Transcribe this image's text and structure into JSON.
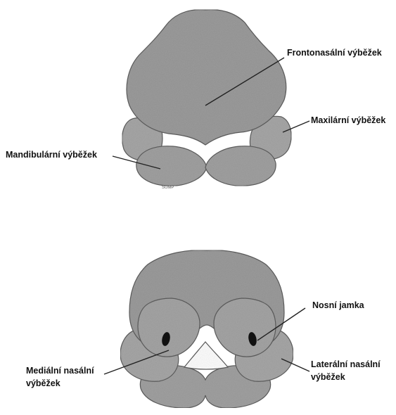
{
  "upper_diagram": {
    "labels": {
      "frontonasal": "Frontonasální výběžek",
      "maxillary": "Maxilární výběžek",
      "mandibular": "Mandibulární výběžek"
    },
    "signature": "SUMP"
  },
  "lower_diagram": {
    "labels": {
      "nasal_pit": "Nosní jamka",
      "medial_line1": "Mediální nasální",
      "medial_line2": "výběžek",
      "lateral_line1": "Laterální nasální",
      "lateral_line2": "výběžek"
    }
  },
  "colors": {
    "tissue": "#9d9d9d",
    "tissue_light": "#a8a8a8",
    "outline": "#5e5e5e",
    "pit": "#111111",
    "leader": "#222222"
  }
}
